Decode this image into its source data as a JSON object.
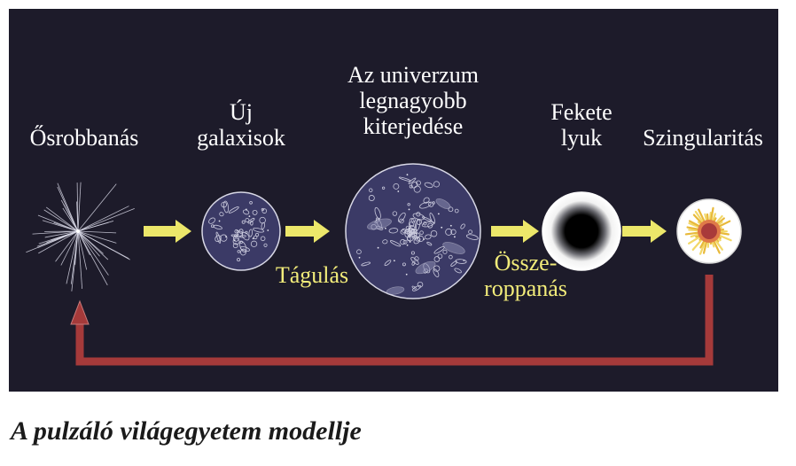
{
  "stages": [
    {
      "id": "big-bang",
      "lines": [
        "Ősrobbanás"
      ]
    },
    {
      "id": "new-galaxies",
      "lines": [
        "Új",
        "galaxisok"
      ]
    },
    {
      "id": "max-expansion",
      "lines": [
        "Az univerzum",
        "legnagyobb",
        "kiterjedése"
      ]
    },
    {
      "id": "black-hole",
      "lines": [
        "Fekete",
        "lyuk"
      ]
    },
    {
      "id": "singularity",
      "lines": [
        "Szingularitás"
      ]
    }
  ],
  "transitions": {
    "expansion": [
      "Tágulás"
    ],
    "collapse": [
      "Össze-",
      "roppanás"
    ]
  },
  "caption": "A pulzáló világegyetem modellje",
  "colors": {
    "background": "#1d1b2a",
    "arrow": "#ece76a",
    "label_yellow": "#f2ec7a",
    "cycle_arrow": "#a53a3a",
    "galaxy_fill": "#3b3a66",
    "singularity_core": "#a83a3a"
  }
}
